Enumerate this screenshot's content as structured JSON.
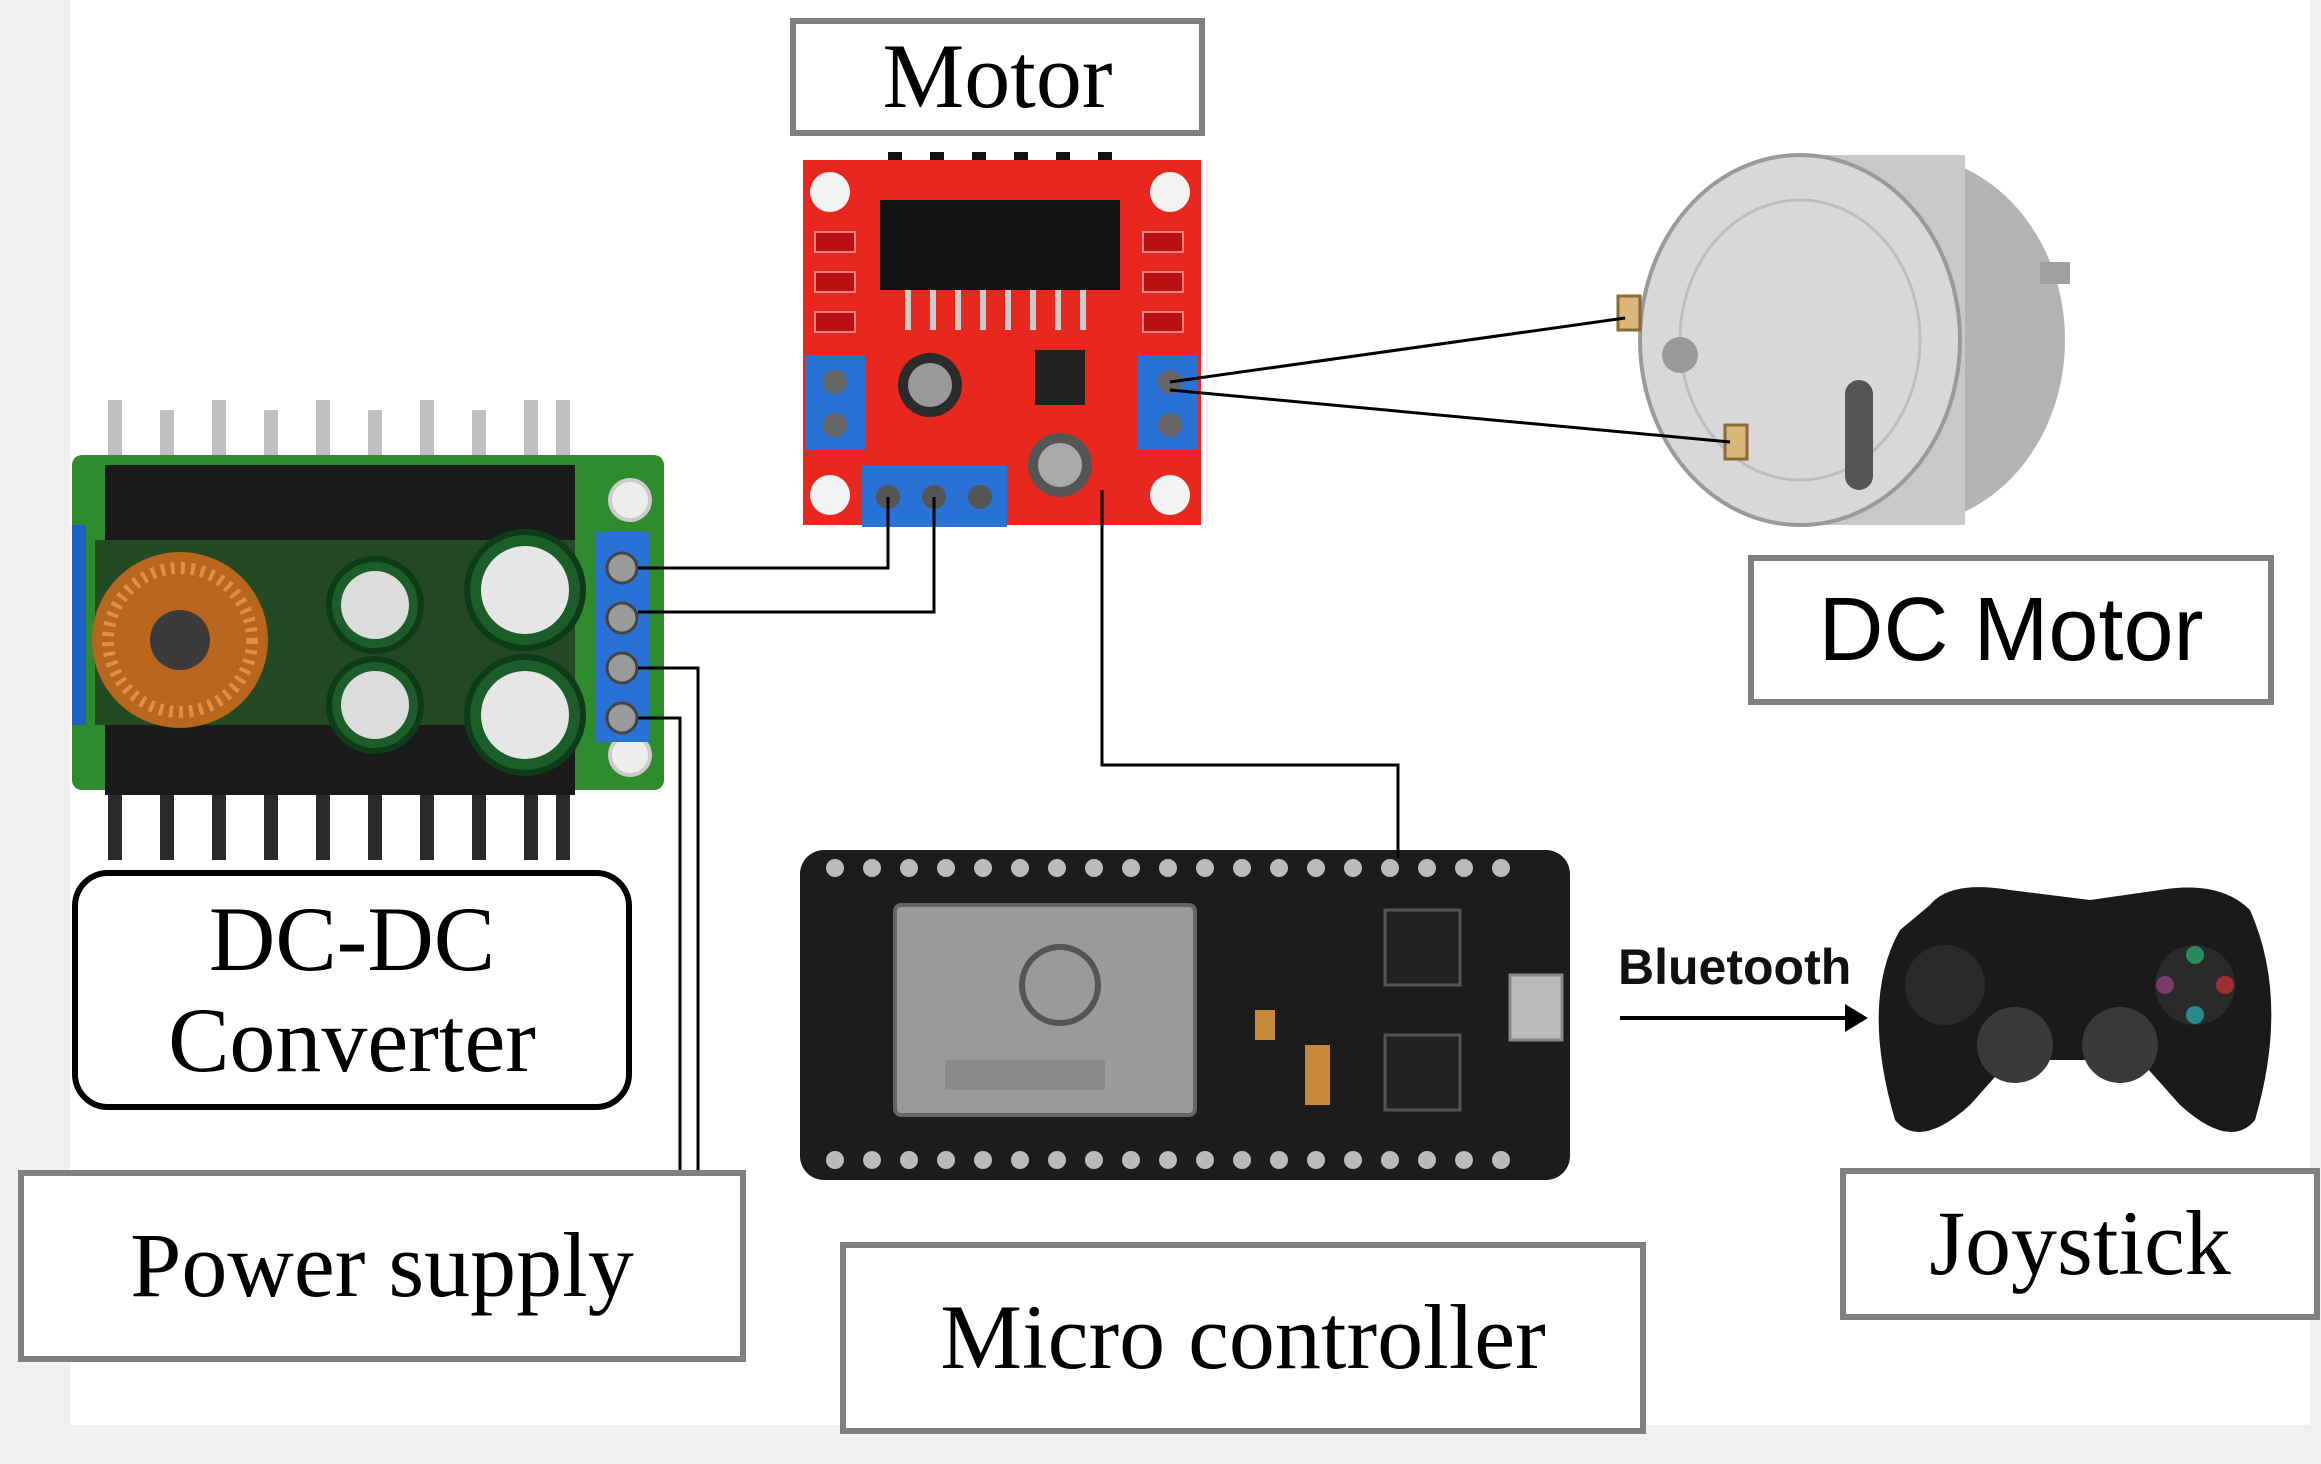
{
  "labels": {
    "motor_driver": "Motor",
    "dc_motor": "DC Motor",
    "dcdc": "DC-DC\nConverter",
    "power_supply": "Power supply",
    "micro": "Micro controller",
    "joystick": "Joystick",
    "bluetooth": "Bluetooth"
  },
  "colors": {
    "background": "#f0f0f0",
    "panel": "#ffffff",
    "box_border": "#808080",
    "wire": "#000000",
    "driver_board": "#e8281e",
    "terminal": "#2a72d6",
    "converter_board": "#2e8b2e",
    "heatsink": "#1a1a1a",
    "mcu_board": "#1c1c1c",
    "motor_body": "#c8c8c8"
  }
}
